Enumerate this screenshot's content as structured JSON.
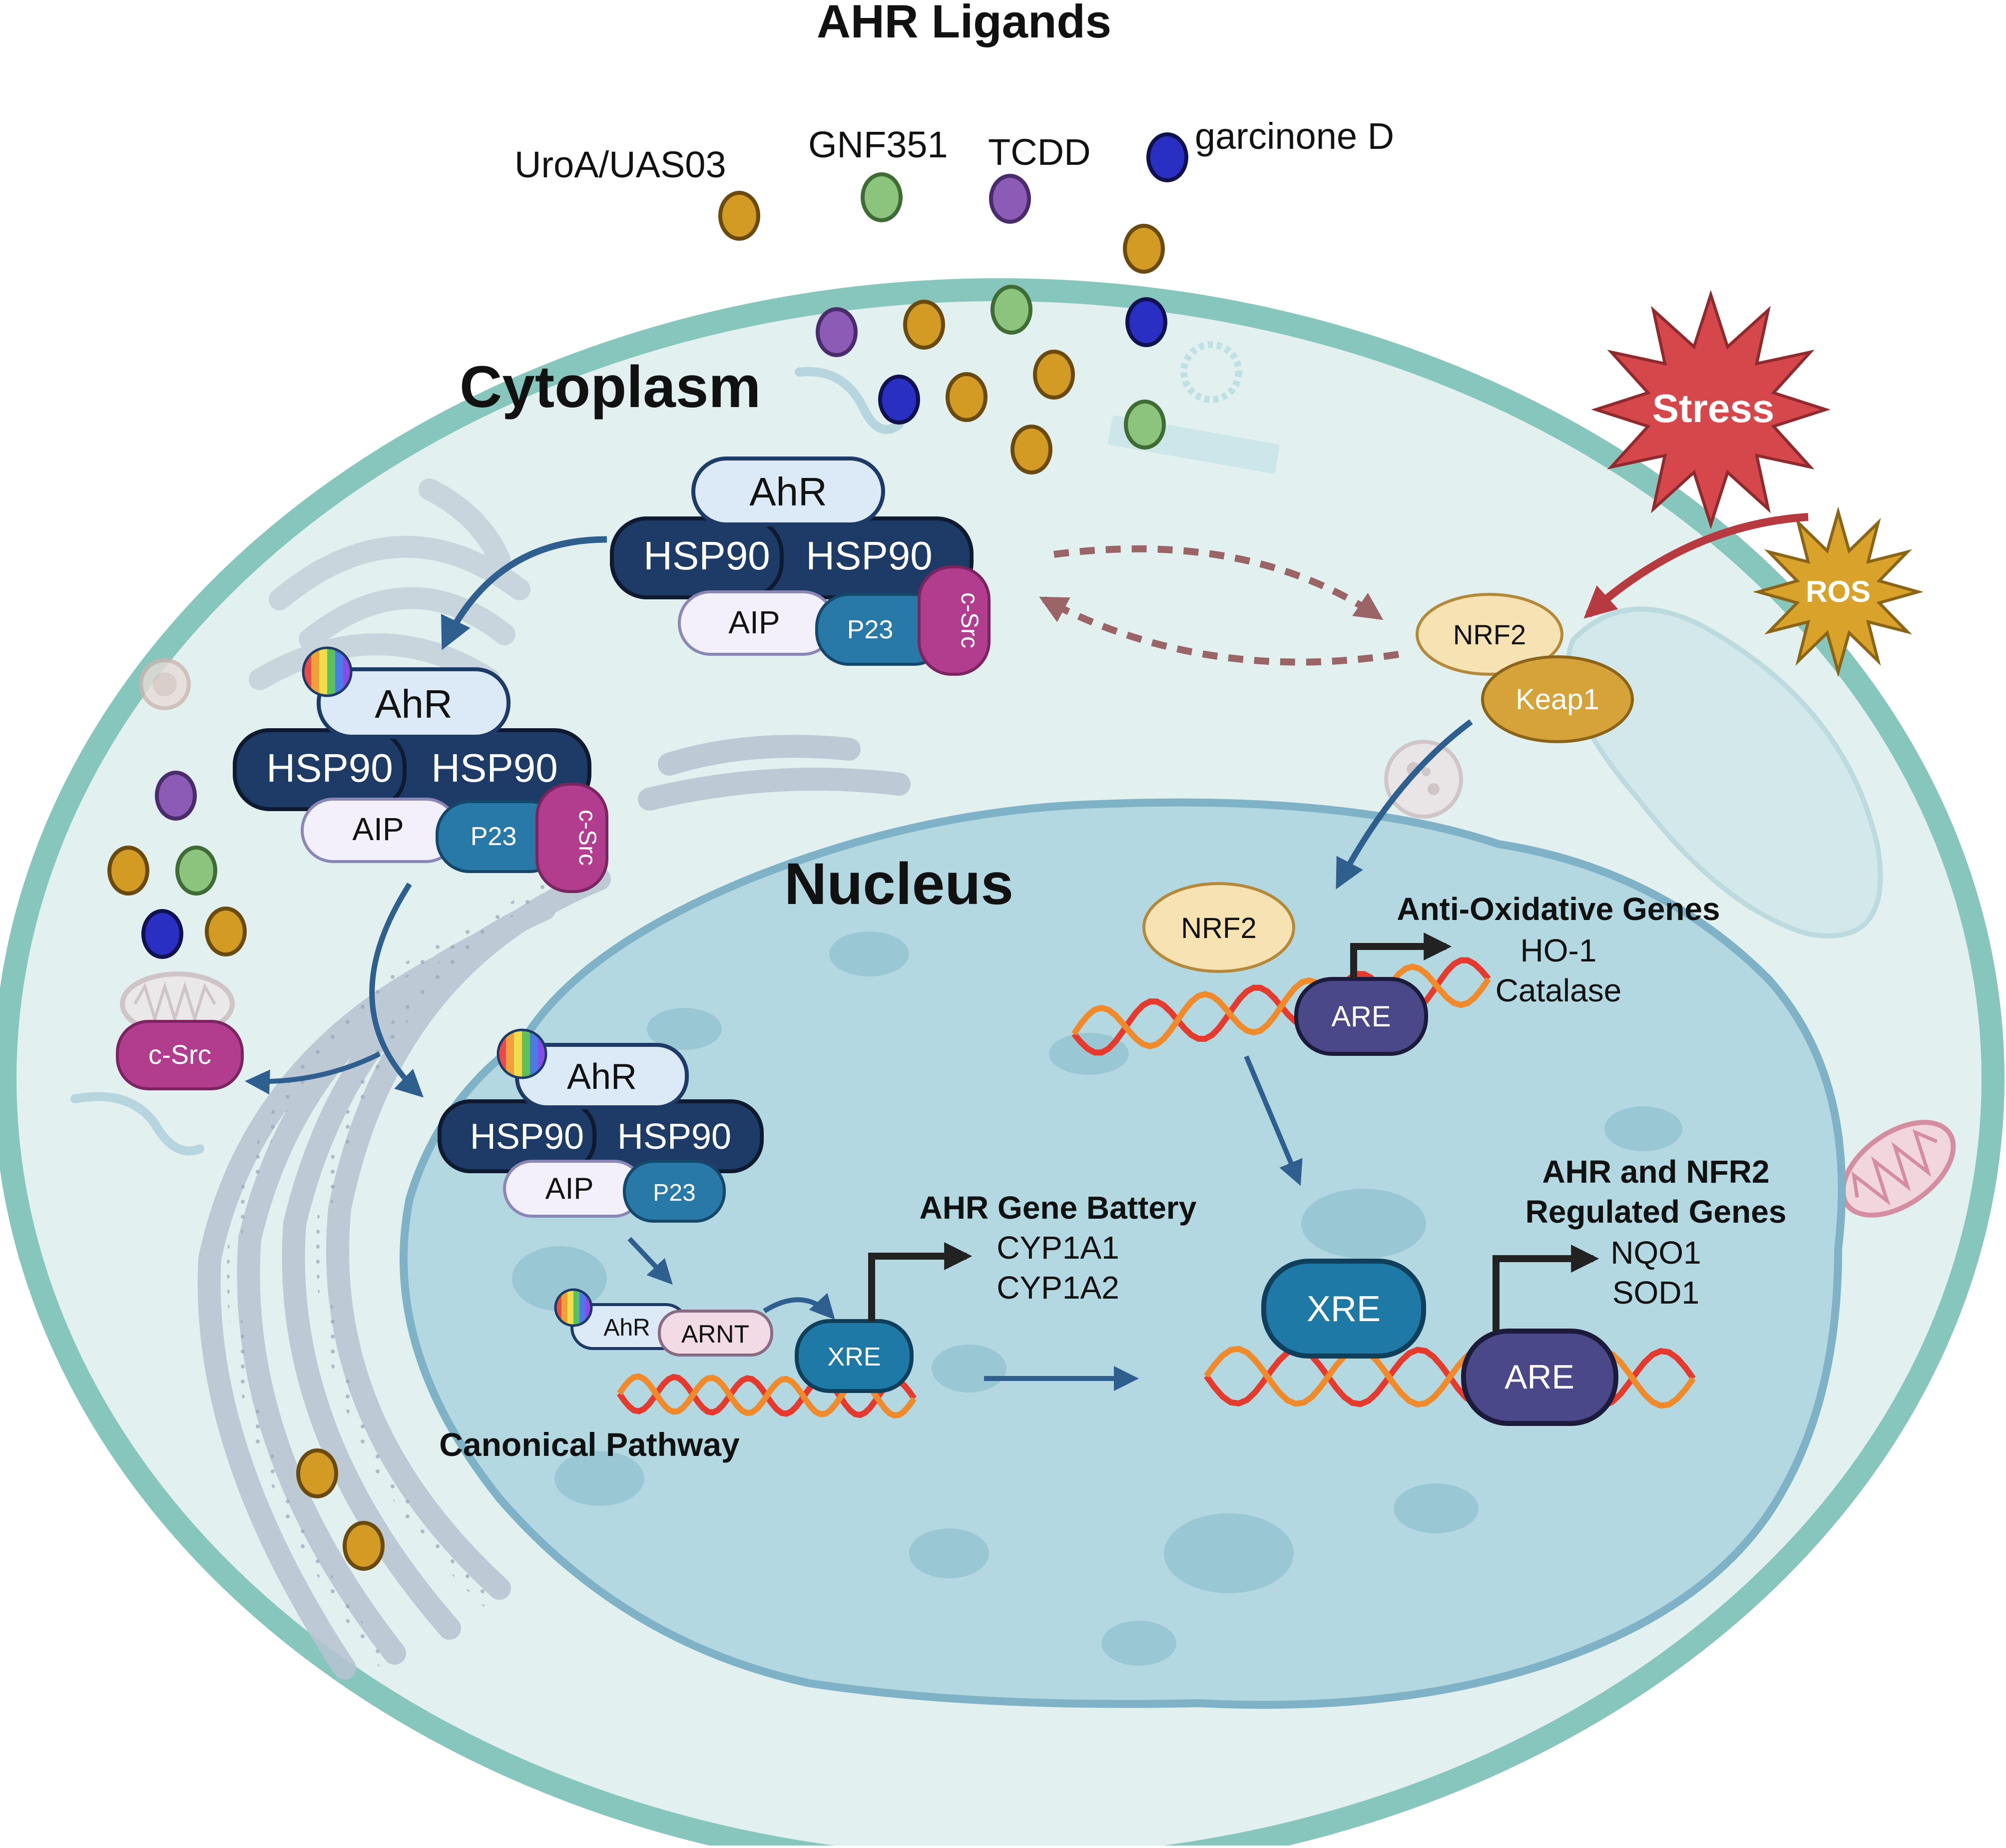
{
  "title": "AHR Ligands",
  "ligands": [
    {
      "name": "UroA/UAS03",
      "color": "#d39a24"
    },
    {
      "name": "GNF351",
      "color": "#8cc47e"
    },
    {
      "name": "TCDD",
      "color": "#8b5bb5"
    },
    {
      "name": "garcinone D",
      "color": "#2a2fc4"
    }
  ],
  "compartments": {
    "cytoplasm": "Cytoplasm",
    "nucleus": "Nucleus"
  },
  "complex": {
    "ahr": "AhR",
    "hsp90": "HSP90",
    "aip": "AIP",
    "p23": "P23",
    "csrc": "c-Src",
    "arnt": "ARNT"
  },
  "free_csrc": "c-Src",
  "stress": {
    "stress": "Stress",
    "ros": "ROS"
  },
  "nrf2": {
    "nrf2": "NRF2",
    "keap1": "Keap1"
  },
  "response_elements": {
    "are": "ARE",
    "xre": "XRE"
  },
  "gene_groups": {
    "anti_oxidative": {
      "title": "Anti-Oxidative Genes",
      "genes": [
        "HO-1",
        "Catalase"
      ]
    },
    "ahr_battery": {
      "title": "AHR Gene Battery",
      "genes": [
        "CYP1A1",
        "CYP1A2"
      ]
    },
    "combined": {
      "title_line1": "AHR and NFR2",
      "title_line2": "Regulated Genes",
      "genes": [
        "NQO1",
        "SOD1"
      ]
    }
  },
  "pathway_label": "Canonical Pathway",
  "colors": {
    "membrane": "#86c6bd",
    "cytoplasm": "#e2f0ef",
    "nucleus": "#b4d8e2",
    "hsp90": "#1e3a66",
    "ahr": "#dceaf7",
    "aip": "#f3f0fb",
    "p23": "#2878a8",
    "csrc": "#b23d8e",
    "nrf2": "#f6e2b2",
    "keap1": "#d6a23a",
    "are": "#4a4888",
    "xre": "#1f79a6",
    "stress": "#d5474a",
    "ros": "#d9a32b",
    "arrow": "#2f5f8f",
    "dashed": "#9b6466"
  }
}
